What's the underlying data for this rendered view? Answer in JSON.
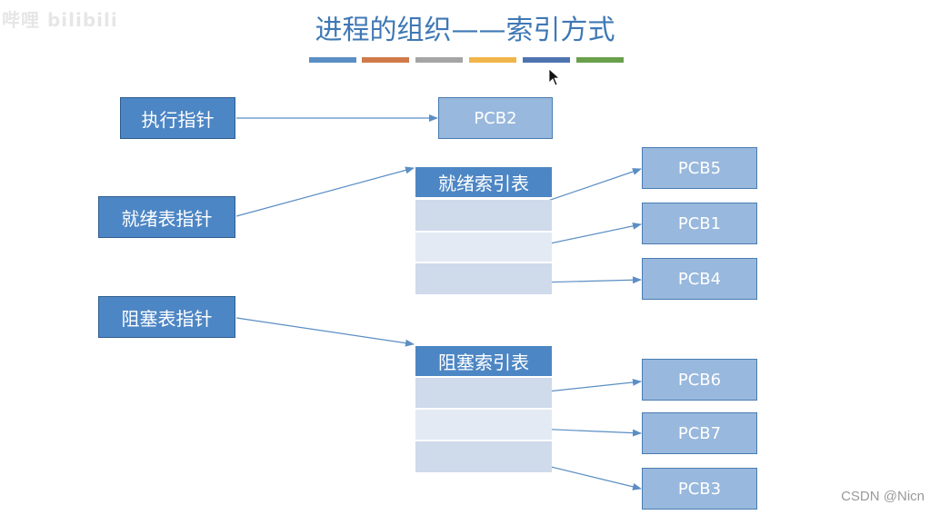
{
  "watermark_top": "哔哩 bilibili",
  "title": "进程的组织——索引方式",
  "title_bar_colors": [
    "#5b8ec4",
    "#d07a4a",
    "#a5a5a5",
    "#f0b54a",
    "#4e74b0",
    "#6aa04b"
  ],
  "pointers": {
    "exec": "执行指针",
    "ready": "就绪表指针",
    "blocked": "阻塞表指针"
  },
  "tables": {
    "ready_header": "就绪索引表",
    "blocked_header": "阻塞索引表"
  },
  "pcbs": {
    "exec": "PCB2",
    "ready": [
      "PCB5",
      "PCB1",
      "PCB4"
    ],
    "blocked": [
      "PCB6",
      "PCB7",
      "PCB3"
    ]
  },
  "footer_watermark": "CSDN @Nicn",
  "colors": {
    "pointer_box": "#4d86c4",
    "pcb_box": "#98b8dd",
    "arrow": "#5b8ec4"
  }
}
